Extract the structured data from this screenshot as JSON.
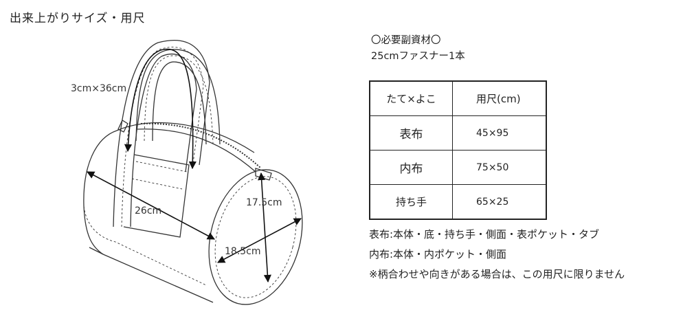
{
  "title": "出来上がりサイズ・用尺",
  "materials": {
    "heading": "〇必要副資材〇",
    "item": "25cmファスナー1本"
  },
  "dimensions": {
    "handle": "3cm×36cm",
    "width": "26cm",
    "height": "17.5cm",
    "depth": "18.5cm"
  },
  "table": {
    "header": [
      "たて×よこ",
      "用尺(cm)"
    ],
    "rows": [
      [
        "表布",
        "45×95"
      ],
      [
        "内布",
        "75×50"
      ],
      [
        "持ち手",
        "65×25"
      ]
    ]
  },
  "notes": [
    "表布:本体・底・持ち手・側面・表ポケット・タブ",
    "内布:本体・内ポケット・側面",
    "※柄合わせや向きがある場合は、この用尺に限りません"
  ]
}
